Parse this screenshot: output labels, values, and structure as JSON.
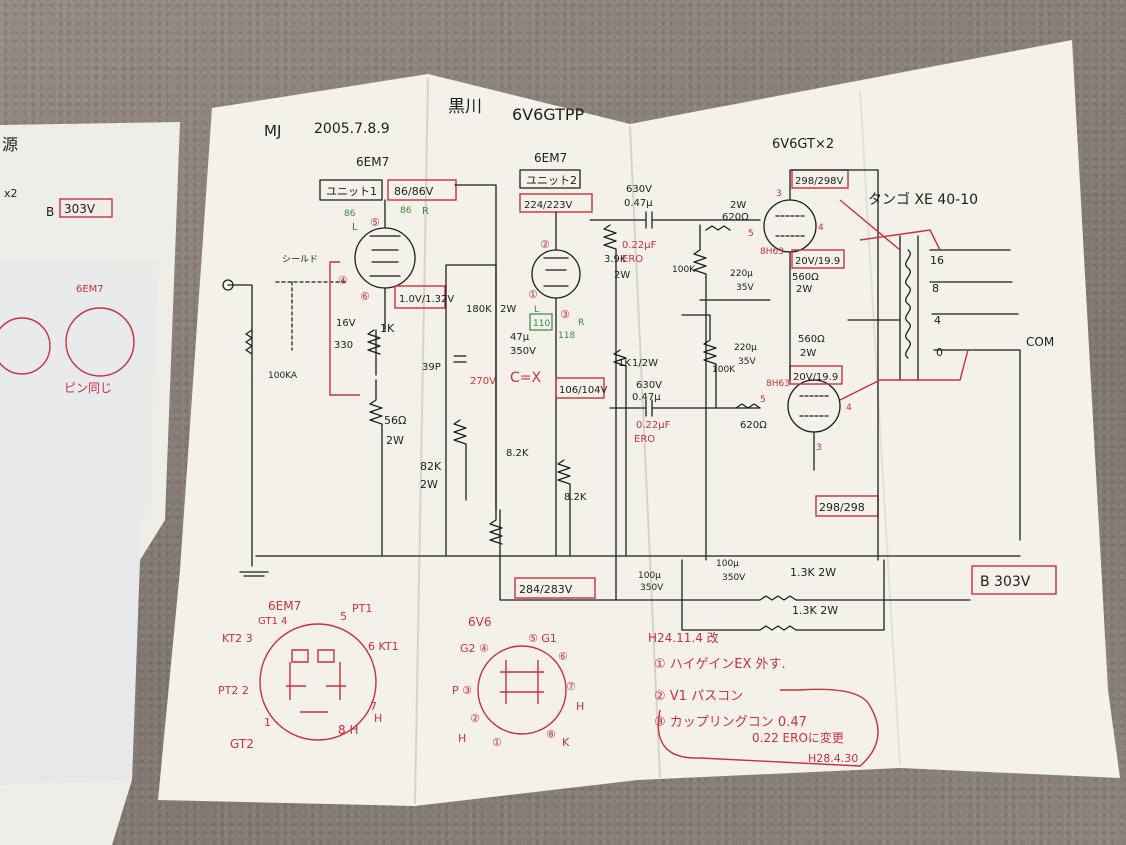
{
  "left_sheet": {
    "title": "源",
    "voltage_tag": "303V",
    "small_lines": [
      "B",
      "x2"
    ],
    "note": "ピン同じ",
    "note2": "6EM7"
  },
  "header": {
    "ref": "MJ",
    "date": "2005.7.8.9",
    "author": "黒川",
    "model": "6V6GTPP",
    "power_tubes": "6V6GT×2"
  },
  "stage1": {
    "tube": "6EM7",
    "unit_box": "ユニット1",
    "voltage_box": "86/86V",
    "green_vals": [
      "86",
      "86"
    ],
    "lr": [
      "L",
      "R"
    ],
    "shield_label": "シールド",
    "cathode_box": "1.0V/1.32V",
    "parts": [
      "16V",
      "330",
      "1K",
      "100KA",
      "56Ω",
      "2W",
      "82K",
      "2W"
    ],
    "pins": [
      "④",
      "⑥",
      "⑤"
    ]
  },
  "stage2": {
    "tube": "6EM7",
    "unit_box": "ユニット2",
    "voltage_box": "224/223V",
    "parts": [
      "180K",
      "2W",
      "47μ",
      "350V",
      "3.9K",
      "2W",
      "1K",
      "1/2W",
      "8.2K",
      "8.2K",
      "39P"
    ],
    "green_vals": [
      "110",
      "L",
      "R",
      "118"
    ],
    "cathode_box": "106/104V",
    "cx_note": "C=X",
    "v_note": "270V",
    "pins": [
      "②",
      "③",
      "①"
    ]
  },
  "coupling": {
    "upper": [
      "630V",
      "0.47μ",
      "0.22μF",
      "ERO"
    ],
    "lower": [
      "630V",
      "0.47μ",
      "0.22μF",
      "ERO"
    ]
  },
  "grid": {
    "parts": [
      "100K",
      "100K",
      "2W",
      "620Ω",
      "620Ω"
    ]
  },
  "output": {
    "top_box": "298/298V",
    "bottom_box": "298/298",
    "upper_cath_box": "20V/19.9",
    "lower_cath_box": "20V/19.9",
    "upper_caps": [
      "220μ",
      "35V"
    ],
    "lower_caps": [
      "220μ",
      "35V"
    ],
    "resistors": [
      "560Ω",
      "2W",
      "560Ω",
      "2W"
    ],
    "mark": [
      "8H63",
      "8H63"
    ],
    "pin_nums": [
      "3",
      "4",
      "5",
      "5",
      "4",
      "3"
    ],
    "transformer": "タンゴ XE 40-10",
    "taps": [
      "16",
      "8",
      "4",
      "0",
      "COM"
    ]
  },
  "supply": {
    "box": "284/283V",
    "bplus": "B 303V",
    "parts": [
      "100μ",
      "350V",
      "100μ",
      "350V",
      "1.3K 2W",
      "1.3K 2W"
    ]
  },
  "pinout_6em7": {
    "title": "6EM7",
    "labels": [
      "GT1 4",
      "5",
      "PT1",
      "KT2 3",
      "6 KT1",
      "PT2 2",
      "7",
      "1",
      "8 H",
      "GT2",
      "H"
    ]
  },
  "pinout_6v6": {
    "title": "6V6",
    "labels": [
      "G2 ④",
      "⑤ G1",
      "⑥",
      "P ③",
      "⑦",
      "H",
      "②",
      "H",
      "①",
      "⑧",
      "K"
    ]
  },
  "revision": {
    "date": "H24.11.4 改",
    "items": [
      "① ハイゲインEX 外す.",
      "② V1 パスコン",
      "③ カップリングコン 0.47",
      "0.22 EROに変更",
      "H28.4.30"
    ]
  },
  "colors": {
    "ink": "#1e1e1e",
    "red": "#c8323c",
    "green": "#2f8a3e",
    "paper": "#f4f1ea"
  }
}
